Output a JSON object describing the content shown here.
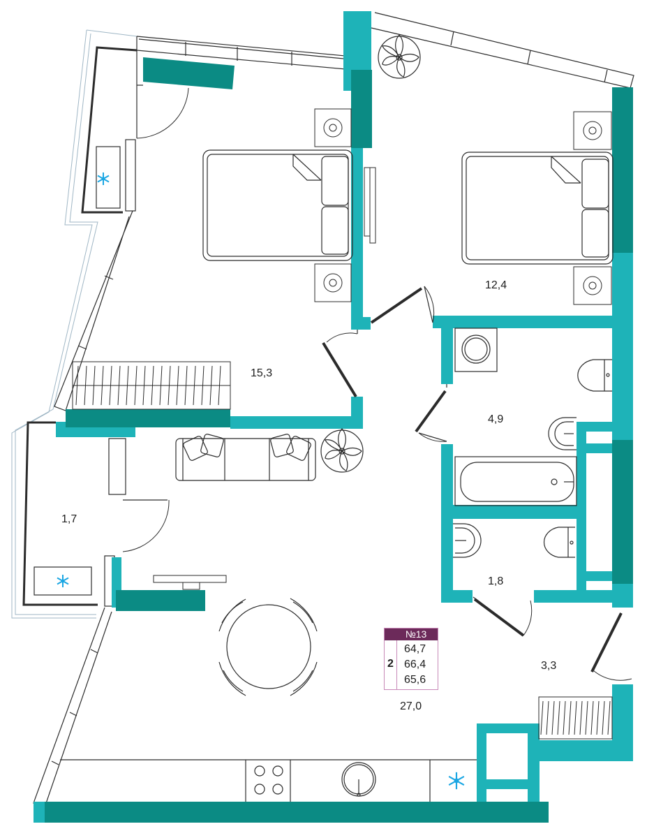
{
  "apartment": {
    "number": "№13",
    "rooms": "2",
    "areas": [
      "64,7",
      "66,4",
      "65,6"
    ]
  },
  "rooms": {
    "bedroom_large": "15,3",
    "bedroom_small": "12,4",
    "bathroom": "4,9",
    "balcony": "1,7",
    "wc": "1,8",
    "hall": "3,3",
    "living": "27,0"
  },
  "colors": {
    "wall_light": "#1eb3b8",
    "wall_dark": "#0b8b84",
    "outline": "#2b2b2b",
    "badge": "#6c2a5a",
    "ac_icon": "#1aa6e3"
  },
  "icons": [
    "air-conditioner-icon",
    "plant-icon",
    "sink-icon",
    "toilet-icon",
    "bathtub-icon",
    "washing-machine-icon",
    "stove-icon",
    "bed-icon",
    "sofa-icon",
    "dining-table-icon",
    "tv-icon"
  ]
}
